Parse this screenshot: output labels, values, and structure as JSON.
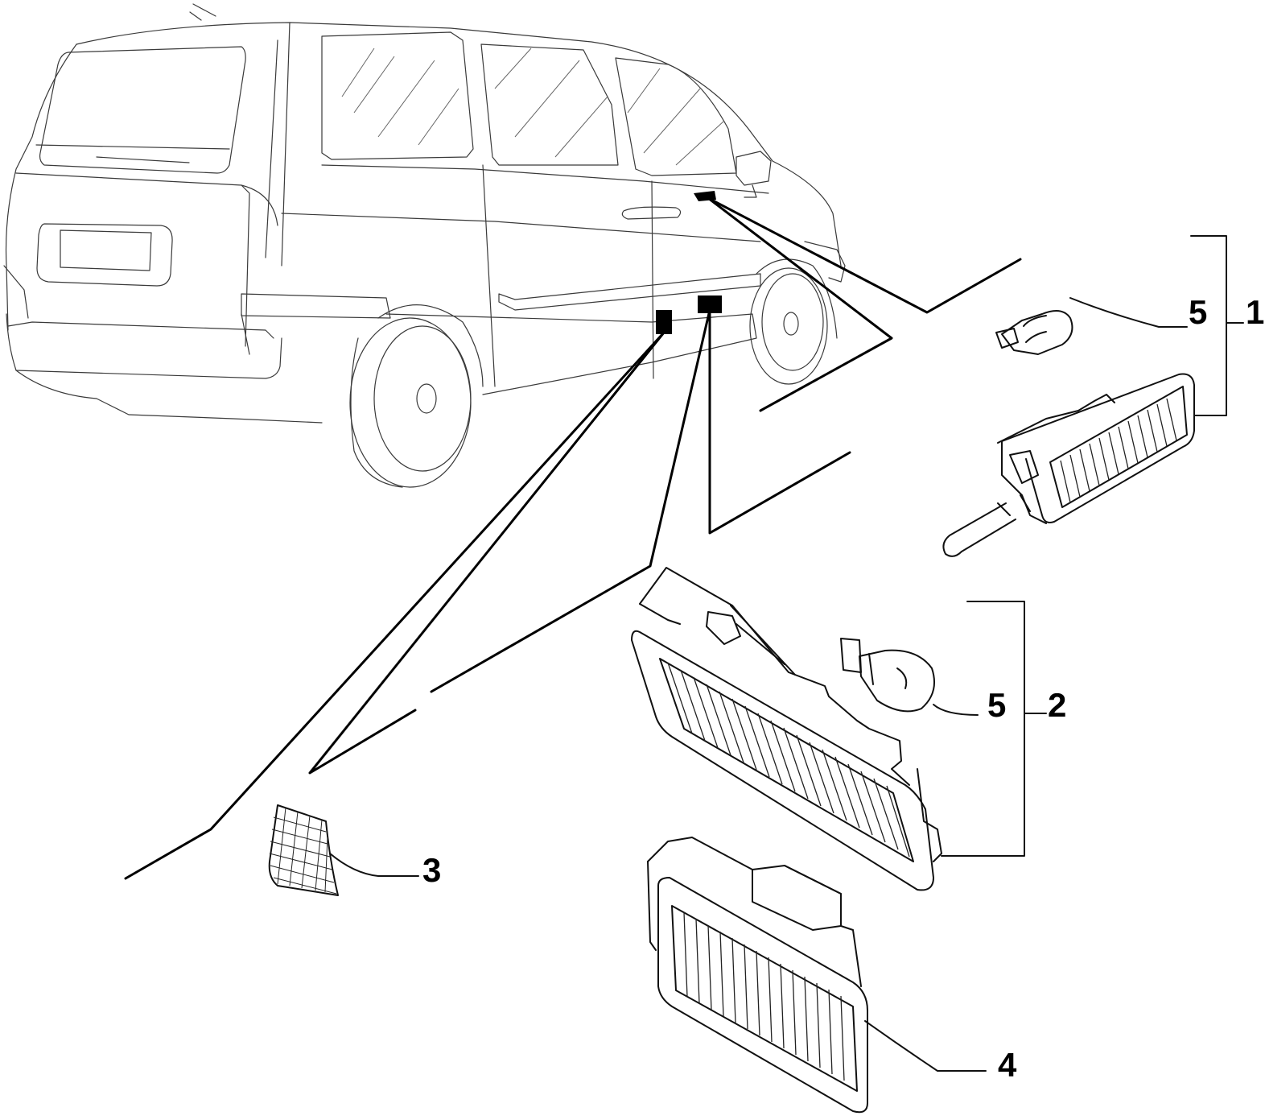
{
  "callouts": {
    "c1": "1",
    "c2": "2",
    "c3": "3",
    "c4": "4",
    "c5a": "5",
    "c5b": "5"
  },
  "icons": {
    "vehicle": "minivan-line-drawing",
    "lamp_assembly_1": "courtesy-lamp-icon",
    "lamp_assembly_2": "courtesy-lamp-icon",
    "lamp_4": "courtesy-lamp-icon",
    "reflector_3": "reflector-icon",
    "bulb": "bulb-icon"
  },
  "colors": {
    "line": "#000000",
    "background": "#ffffff"
  }
}
